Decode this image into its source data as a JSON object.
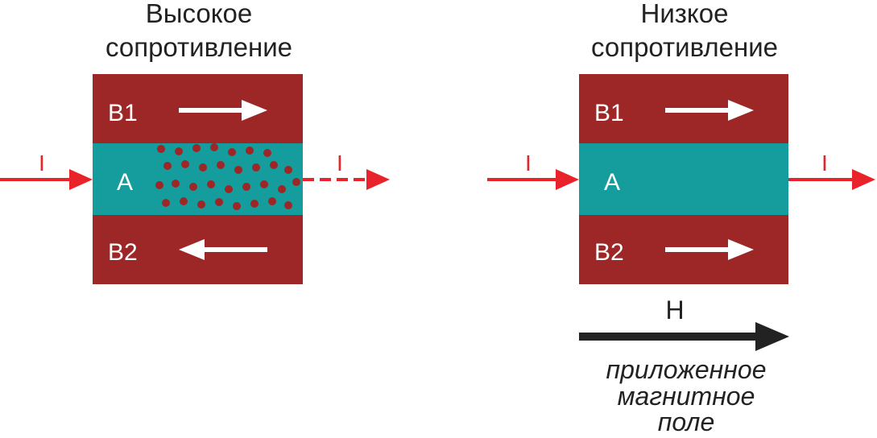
{
  "colors": {
    "layer_b": "#9d2626",
    "layer_a": "#159c9c",
    "current": "#e8242a",
    "field_arrow": "#222222",
    "text_dark": "#222222",
    "text_light": "#ffffff"
  },
  "left_panel": {
    "title_line1": "Высокое",
    "title_line2": "сопротивление",
    "layer_top_label": "B1",
    "layer_middle_label": "A",
    "layer_bottom_label": "B2",
    "current_in_label": "I",
    "current_out_label": "I",
    "top_magnetization": "right",
    "bottom_magnetization": "left",
    "output_current": "reduced (dashed)"
  },
  "right_panel": {
    "title_line1": "Низкое",
    "title_line2": "сопротивление",
    "layer_top_label": "B1",
    "layer_middle_label": "A",
    "layer_bottom_label": "B2",
    "current_in_label": "I",
    "current_out_label": "I",
    "top_magnetization": "right",
    "bottom_magnetization": "right",
    "output_current": "full (solid)"
  },
  "field": {
    "label": "H",
    "caption_line1": "приложенное",
    "caption_line2": "магнитное",
    "caption_line3": "поле"
  }
}
